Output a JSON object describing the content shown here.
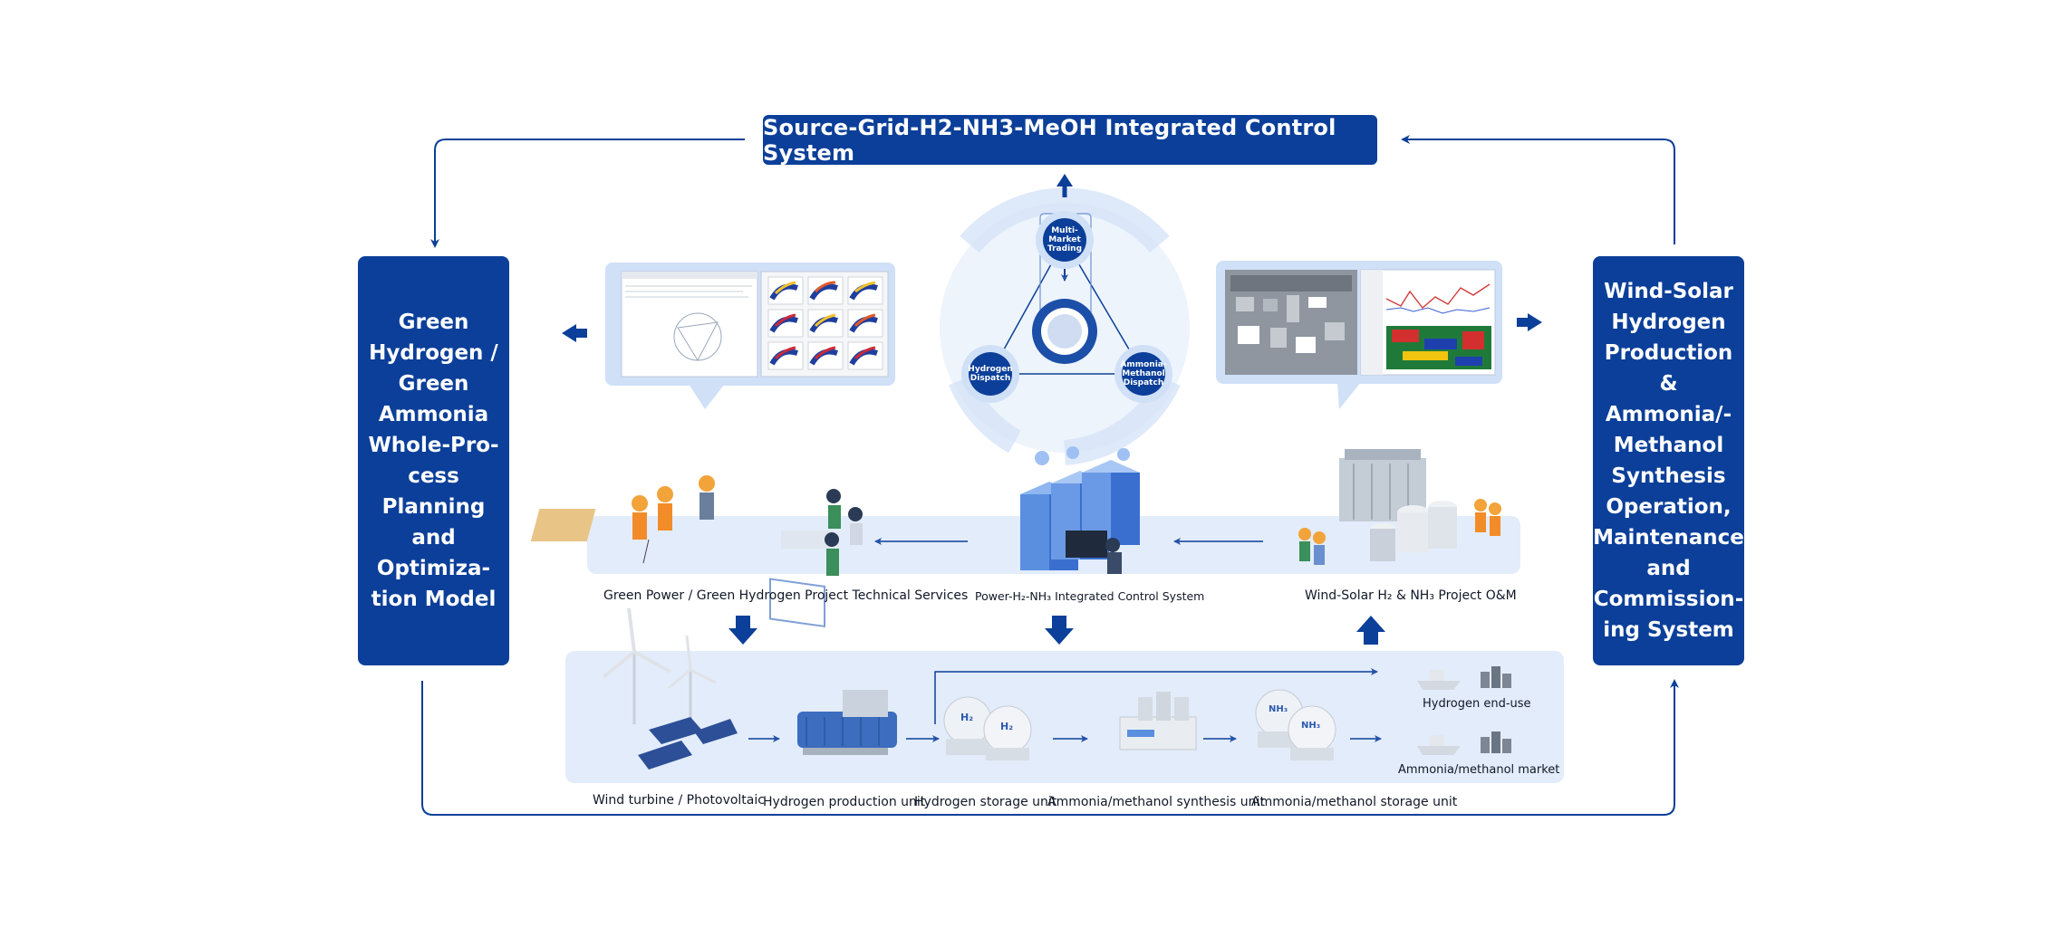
{
  "title": "Source-Grid-H2-NH3-MeOH Integrated Control System",
  "left_box": {
    "text": "Green Hydrogen / Green Ammonia Whole-Pro­cess Planning and Optimiza­tion Model"
  },
  "right_box": {
    "text": "Wind-Solar Hydrogen Production & Ammonia/­Methanol Synthesis Operation, Maintenance and Commission­ing System"
  },
  "hub": {
    "top": "Multi-Market Trading",
    "left": "Hydrogen Dispatch",
    "right": "Ammonia-Methanol Dispatch"
  },
  "services": [
    {
      "label": "Green Power / Green Hydrogen Project Technical Services"
    },
    {
      "label": "Power-H₂-NH₃ Integrated Control System"
    },
    {
      "label": "Wind-Solar H₂ & NH₃ Project O&M"
    }
  ],
  "process": [
    {
      "label": "Wind turbine / Photovoltaic"
    },
    {
      "label": "Hydrogen production unit"
    },
    {
      "label": "Hydrogen storage unit"
    },
    {
      "label": "Ammonia/methanol synthesis unit"
    },
    {
      "label": "Ammonia/methanol storage unit"
    }
  ],
  "outputs": [
    {
      "label": "Hydrogen end-use"
    },
    {
      "label": "Ammonia/methanol market"
    }
  ],
  "tank_labels": {
    "h2": "H₂",
    "nh3": "NH₃"
  },
  "colors": {
    "primary": "#0b3f99",
    "panel": "#e6eefb",
    "light": "#cfe0f7"
  }
}
